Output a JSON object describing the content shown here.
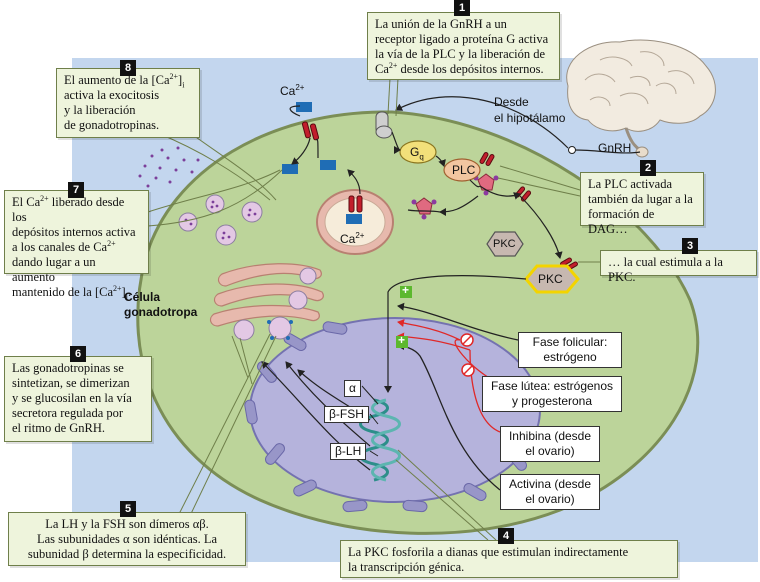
{
  "steps": {
    "s1": {
      "num": "1",
      "a": "La unión de la GnRH a un",
      "b": "receptor ligado a proteína G activa",
      "c": "la vía de la PLC y la liberación de",
      "d1": "Ca",
      "dsup": "2+",
      "d2": " desde los depósitos internos."
    },
    "s2": {
      "num": "2",
      "a": "La PLC activada",
      "b": "también da lugar a la",
      "c": "formación de DAG…"
    },
    "s3": {
      "num": "3",
      "a": "… la cual estimula a la PKC."
    },
    "s4": {
      "num": "4",
      "a": "La PKC fosforila a dianas que estimulan indirectamente",
      "b": "la transcripción génica."
    },
    "s5": {
      "num": "5",
      "a": "La LH y la FSH son dímeros αβ.",
      "b": "Las subunidades α son idénticas. La",
      "c": "subunidad β determina la especificidad."
    },
    "s6": {
      "num": "6",
      "a": "Las gonadotropinas se",
      "b": "sintetizan, se dimerizan",
      "c": "y se glucosilan en la vía",
      "d": "secretora regulada por",
      "e": "el ritmo de GnRH."
    },
    "s7": {
      "num": "7",
      "a1": "El Ca",
      "asup": "2+",
      "a2": " liberado desde los",
      "b": "depósitos internos activa",
      "c1": "a los canales de Ca",
      "csup": "2+",
      "d": "dando lugar a un aumento",
      "e1": "mantenido de la [Ca",
      "esup": "2+",
      "e2": "]",
      "esub": "i",
      "e3": "."
    },
    "s8": {
      "num": "8",
      "a1": "El aumento de la [Ca",
      "asup": "2+",
      "a2": "]",
      "asub": "i",
      "b": "activa la exocitosis",
      "c": "y la liberación",
      "d": "de gonadotropinas."
    }
  },
  "regulators": {
    "folicular": {
      "a": "Fase folicular:",
      "b": "estrógeno"
    },
    "lutea": {
      "a": "Fase lútea: estrógenos",
      "b": "y progesterona"
    },
    "inhibina": {
      "a": "Inhibina (desde",
      "b": "el ovario)"
    },
    "activina": {
      "a": "Activina (desde",
      "b": "el ovario)"
    }
  },
  "labels": {
    "ca_top": "Ca",
    "ca_top_sup": "2+",
    "ca_er": "Ca",
    "ca_er_sup": "2+",
    "desde_a": "Desde",
    "desde_b": "el hipotálamo",
    "gnrh": "GnRH",
    "gq": "G",
    "gq_sub": "q",
    "plc": "PLC",
    "pkc_inactive": "PKC",
    "pkc_active": "PKC",
    "cell_a": "Célula",
    "cell_b": "gonadotropa",
    "alpha": "α",
    "bfsh": "β-FSH",
    "blh": "β-LH",
    "plus": "+",
    "minus": "−"
  },
  "colors": {
    "background": "#c3d6ee",
    "cytoplasm": "#bcd49a",
    "nucleus": "#b5b3dc",
    "callout": "#eef4dc",
    "inhibit": "#e02828",
    "stimulate": "#5cb82e",
    "calcium": "#1f6db5",
    "pkc_active": "#f3d400"
  }
}
